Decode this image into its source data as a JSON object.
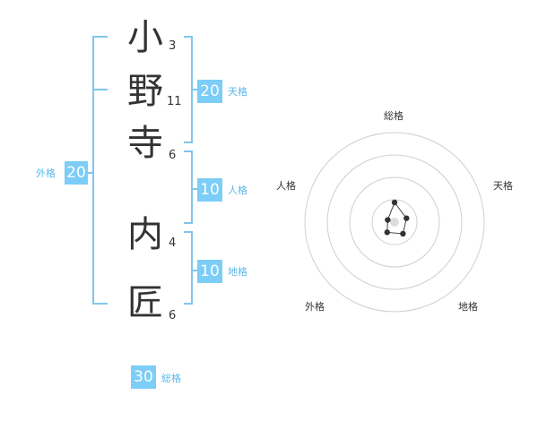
{
  "colors": {
    "accent": "#7ccdf7",
    "label": "#5bb8e8",
    "bracket": "#7fc6ef",
    "text": "#333333",
    "ring": "#cfcfcf"
  },
  "name": {
    "characters": [
      {
        "char": "小",
        "strokes": "3"
      },
      {
        "char": "野",
        "strokes": "11"
      },
      {
        "char": "寺",
        "strokes": "6"
      },
      {
        "char": "内",
        "strokes": "4"
      },
      {
        "char": "匠",
        "strokes": "6"
      }
    ]
  },
  "scores": {
    "tenkaku": {
      "value": "20",
      "label": "天格"
    },
    "jinkaku": {
      "value": "10",
      "label": "人格"
    },
    "chikaku": {
      "value": "10",
      "label": "地格"
    },
    "gaikaku": {
      "value": "20",
      "label": "外格"
    },
    "soukaku": {
      "value": "30",
      "label": "総格"
    }
  },
  "radar": {
    "axes": [
      "総格",
      "天格",
      "地格",
      "外格",
      "人格"
    ],
    "levels": [
      0.22,
      0.14,
      0.16,
      0.14,
      0.08
    ],
    "ring_count": 4
  }
}
